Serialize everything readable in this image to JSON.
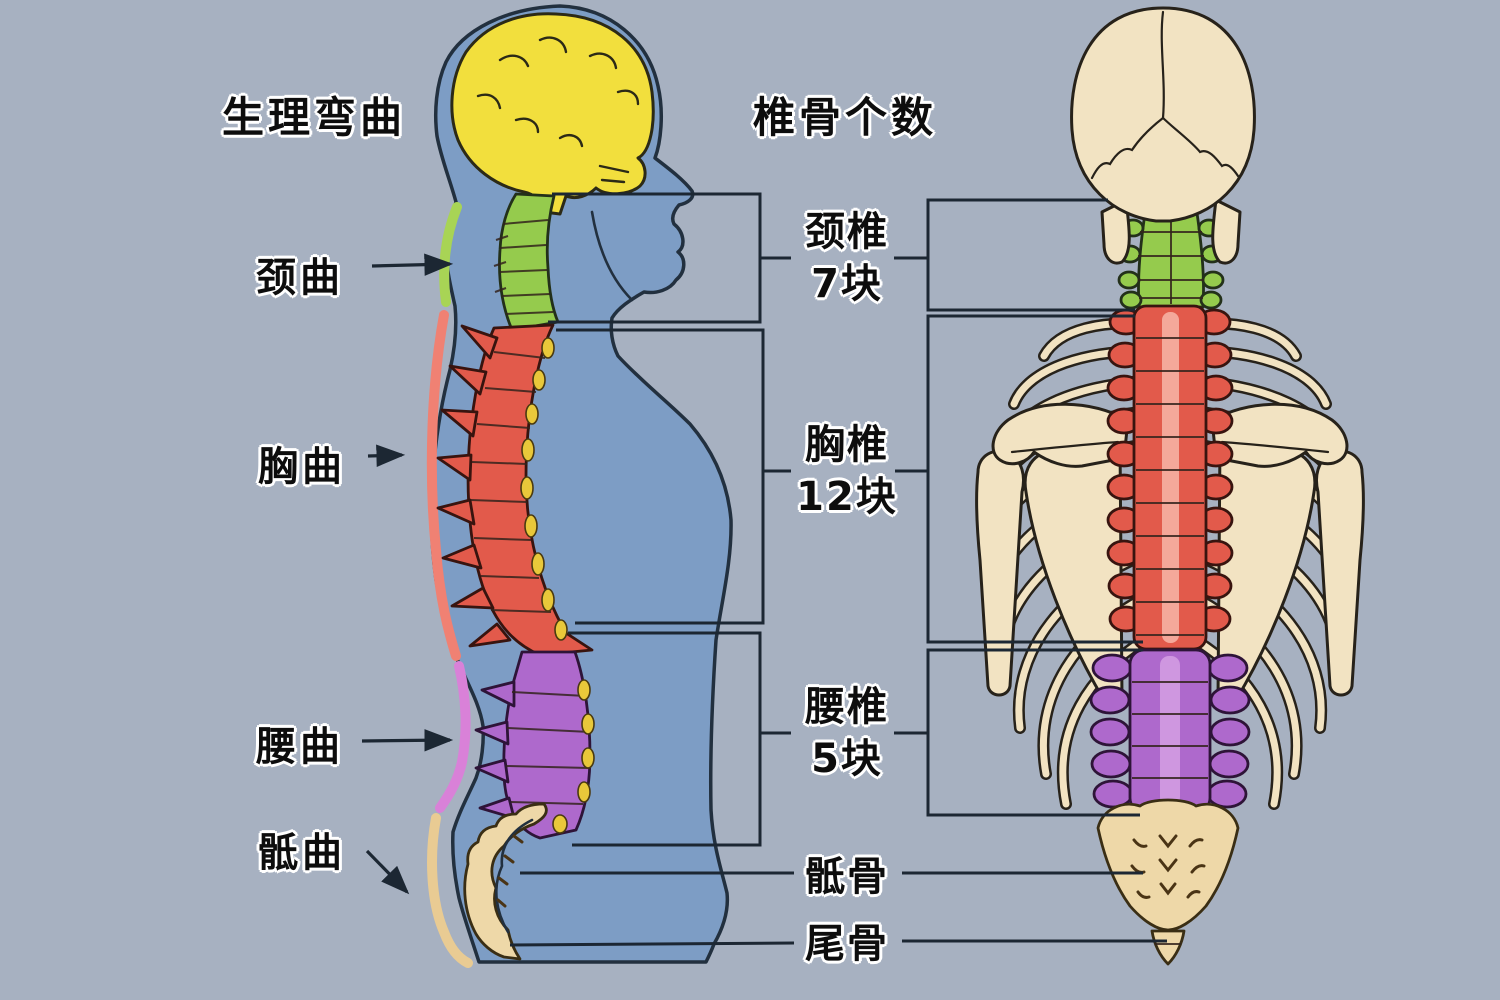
{
  "header": {
    "left_title": "生理弯曲",
    "right_title": "椎骨个数"
  },
  "curve_labels": [
    {
      "id": "cervical-curve",
      "label": "颈曲"
    },
    {
      "id": "thoracic-curve",
      "label": "胸曲"
    },
    {
      "id": "lumbar-curve",
      "label": "腰曲"
    },
    {
      "id": "sacral-curve",
      "label": "骶曲"
    }
  ],
  "vertebra_counts": [
    {
      "id": "cervical",
      "name": "颈椎",
      "count": "7块"
    },
    {
      "id": "thoracic",
      "name": "胸椎",
      "count": "12块"
    },
    {
      "id": "lumbar",
      "name": "腰椎",
      "count": "5块"
    }
  ],
  "bone_labels": [
    {
      "id": "sacrum",
      "name": "骶骨"
    },
    {
      "id": "coccyx",
      "name": "尾骨"
    }
  ],
  "colors": {
    "background": "#a7b1c1",
    "body": "#7d9dc5",
    "body-outline": "#22303f",
    "brain": "#f2df3d",
    "cervical": "#95cb4d",
    "thoracic": "#e25a4b",
    "thoracic-stripe": "#f4a89a",
    "lumbar": "#ae69cc",
    "lumbar-stripe": "#cf97e0",
    "sacrum": "#eed8a8",
    "bone": "#f2e3c2",
    "disc": "#e9c83a",
    "curve-cervical": "#a8d455",
    "curve-thoracic": "#f08173",
    "curve-lumbar": "#d981d8",
    "curve-sacral": "#e9cb93",
    "line": "#1c2733",
    "text": "#0d0d0d",
    "halo": "#ffffff"
  }
}
